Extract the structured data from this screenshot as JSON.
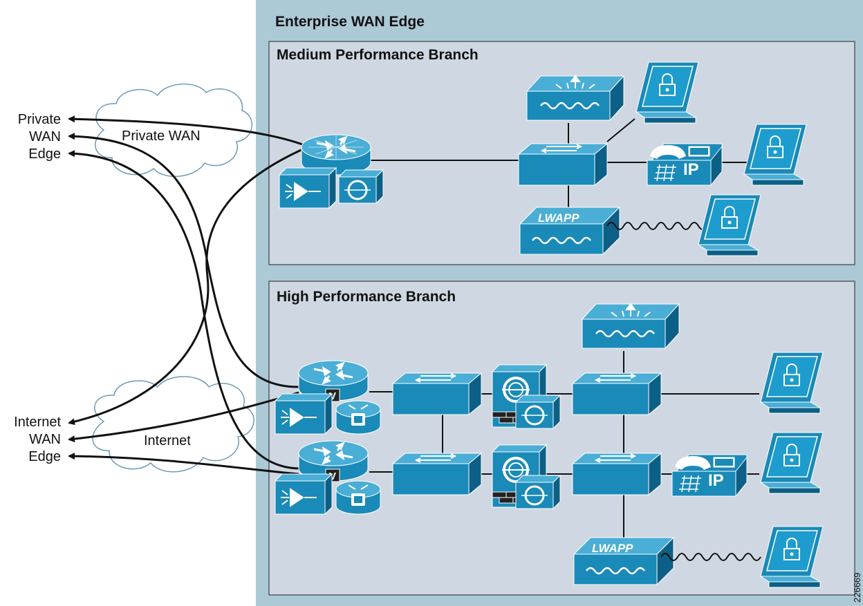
{
  "enterprise": {
    "title": "Enterprise WAN Edge"
  },
  "medium_branch": {
    "title": "Medium Performance Branch"
  },
  "high_branch": {
    "title": "High Performance Branch"
  },
  "private_edge": {
    "line1": "Private",
    "line2": "WAN",
    "line3": "Edge"
  },
  "internet_edge": {
    "line1": "Internet",
    "line2": "WAN",
    "line3": "Edge"
  },
  "clouds": {
    "private": "Private WAN",
    "internet": "Internet"
  },
  "access_point_label": "LWAPP",
  "phone_label": "IP",
  "voice_badge": "V",
  "figure_id": "226669",
  "colors": {
    "outer_panel": "#acc9d6",
    "inner_panel": "#cfd8e2",
    "device_front": "#1a8ab8",
    "device_top": "#4aaed6",
    "device_side": "#0c5f86"
  }
}
